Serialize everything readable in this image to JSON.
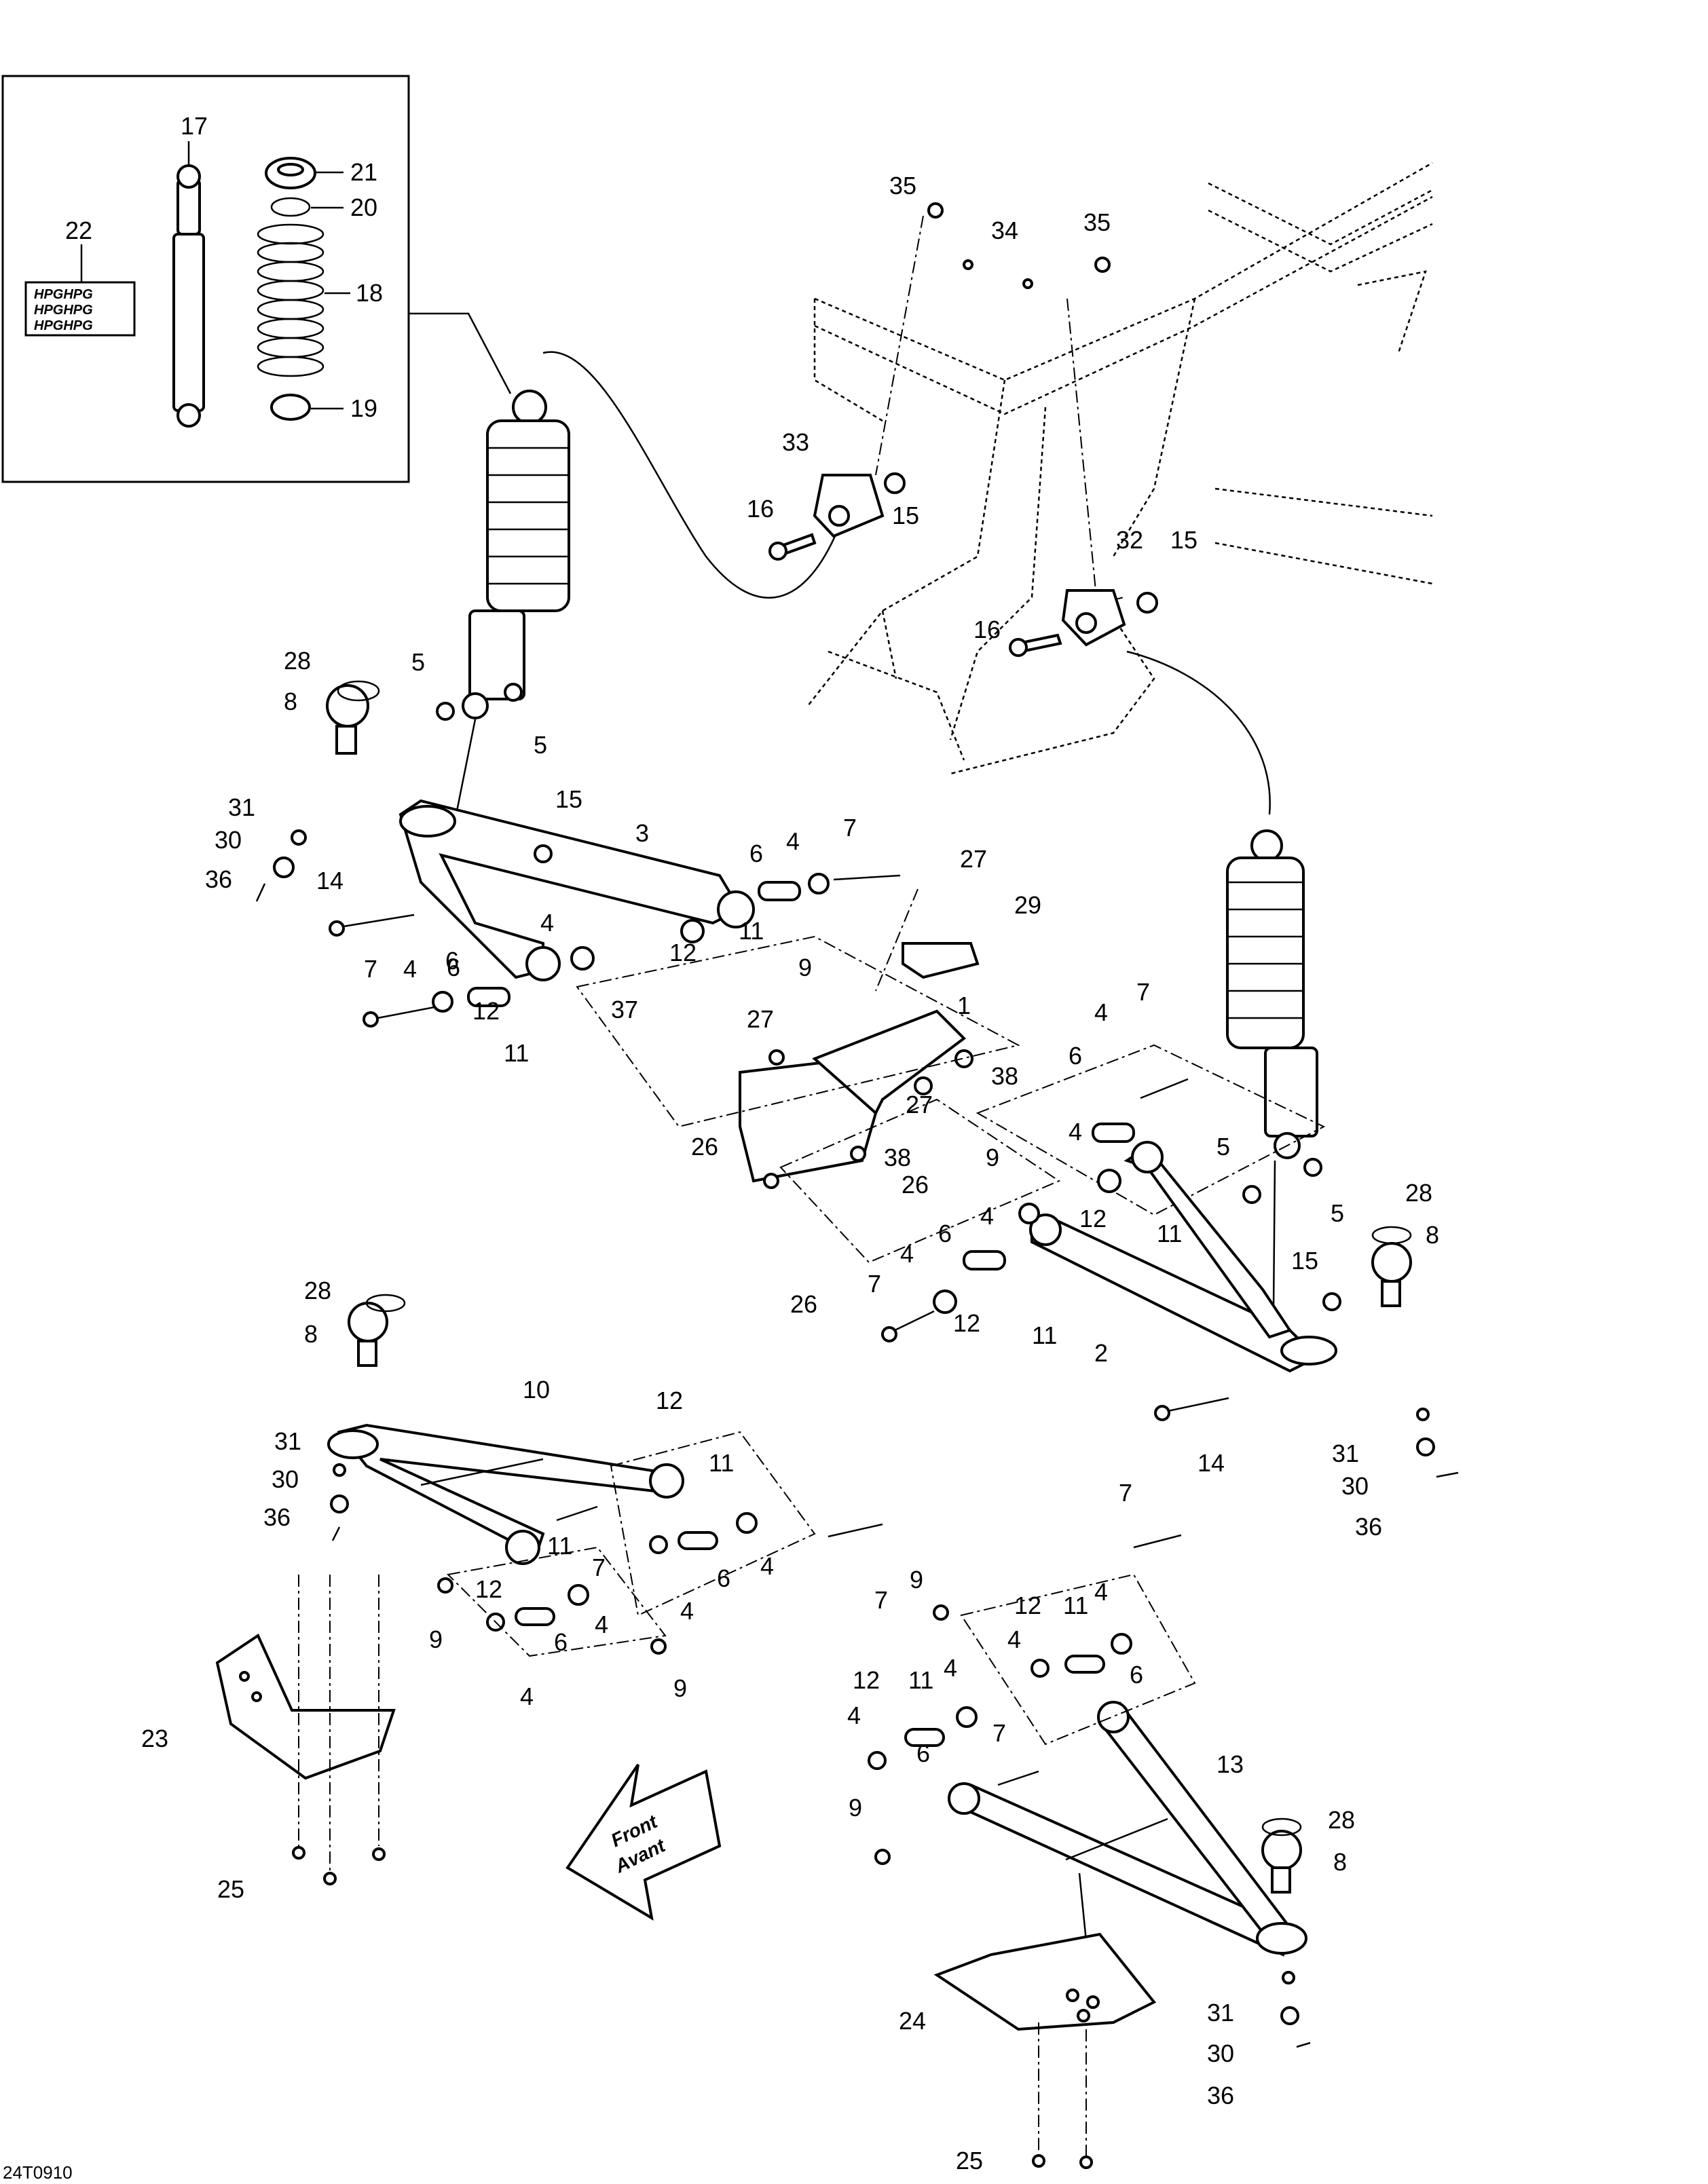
{
  "figure_code": "24T0910",
  "inset_badge_text": [
    "HPGHPG",
    "HPGHPG",
    "HPGHPG"
  ],
  "direction_arrow": {
    "line1": "Front",
    "line2": "Avant"
  },
  "callouts": [
    "17",
    "22",
    "21",
    "20",
    "18",
    "19",
    "35",
    "34",
    "35",
    "33",
    "16",
    "15",
    "32",
    "15",
    "16",
    "28",
    "8",
    "5",
    "5",
    "15",
    "3",
    "31",
    "30",
    "36",
    "14",
    "6",
    "4",
    "7",
    "4",
    "6",
    "7",
    "12",
    "11",
    "27",
    "29",
    "4",
    "6",
    "12",
    "11",
    "37",
    "27",
    "9",
    "1",
    "38",
    "27",
    "26",
    "38",
    "9",
    "26",
    "4",
    "7",
    "6",
    "4",
    "5",
    "5",
    "28",
    "8",
    "12",
    "11",
    "4",
    "6",
    "4",
    "7",
    "26",
    "15",
    "12",
    "11",
    "2",
    "14",
    "31",
    "30",
    "36",
    "28",
    "8",
    "10",
    "12",
    "31",
    "30",
    "11",
    "36",
    "11",
    "7",
    "6",
    "4",
    "12",
    "6",
    "4",
    "4",
    "9",
    "9",
    "4",
    "7",
    "7",
    "9",
    "12",
    "11",
    "4",
    "4",
    "6",
    "12",
    "11",
    "4",
    "4",
    "7",
    "13",
    "6",
    "9",
    "28",
    "8",
    "23",
    "24",
    "31",
    "30",
    "25",
    "36",
    "25"
  ]
}
